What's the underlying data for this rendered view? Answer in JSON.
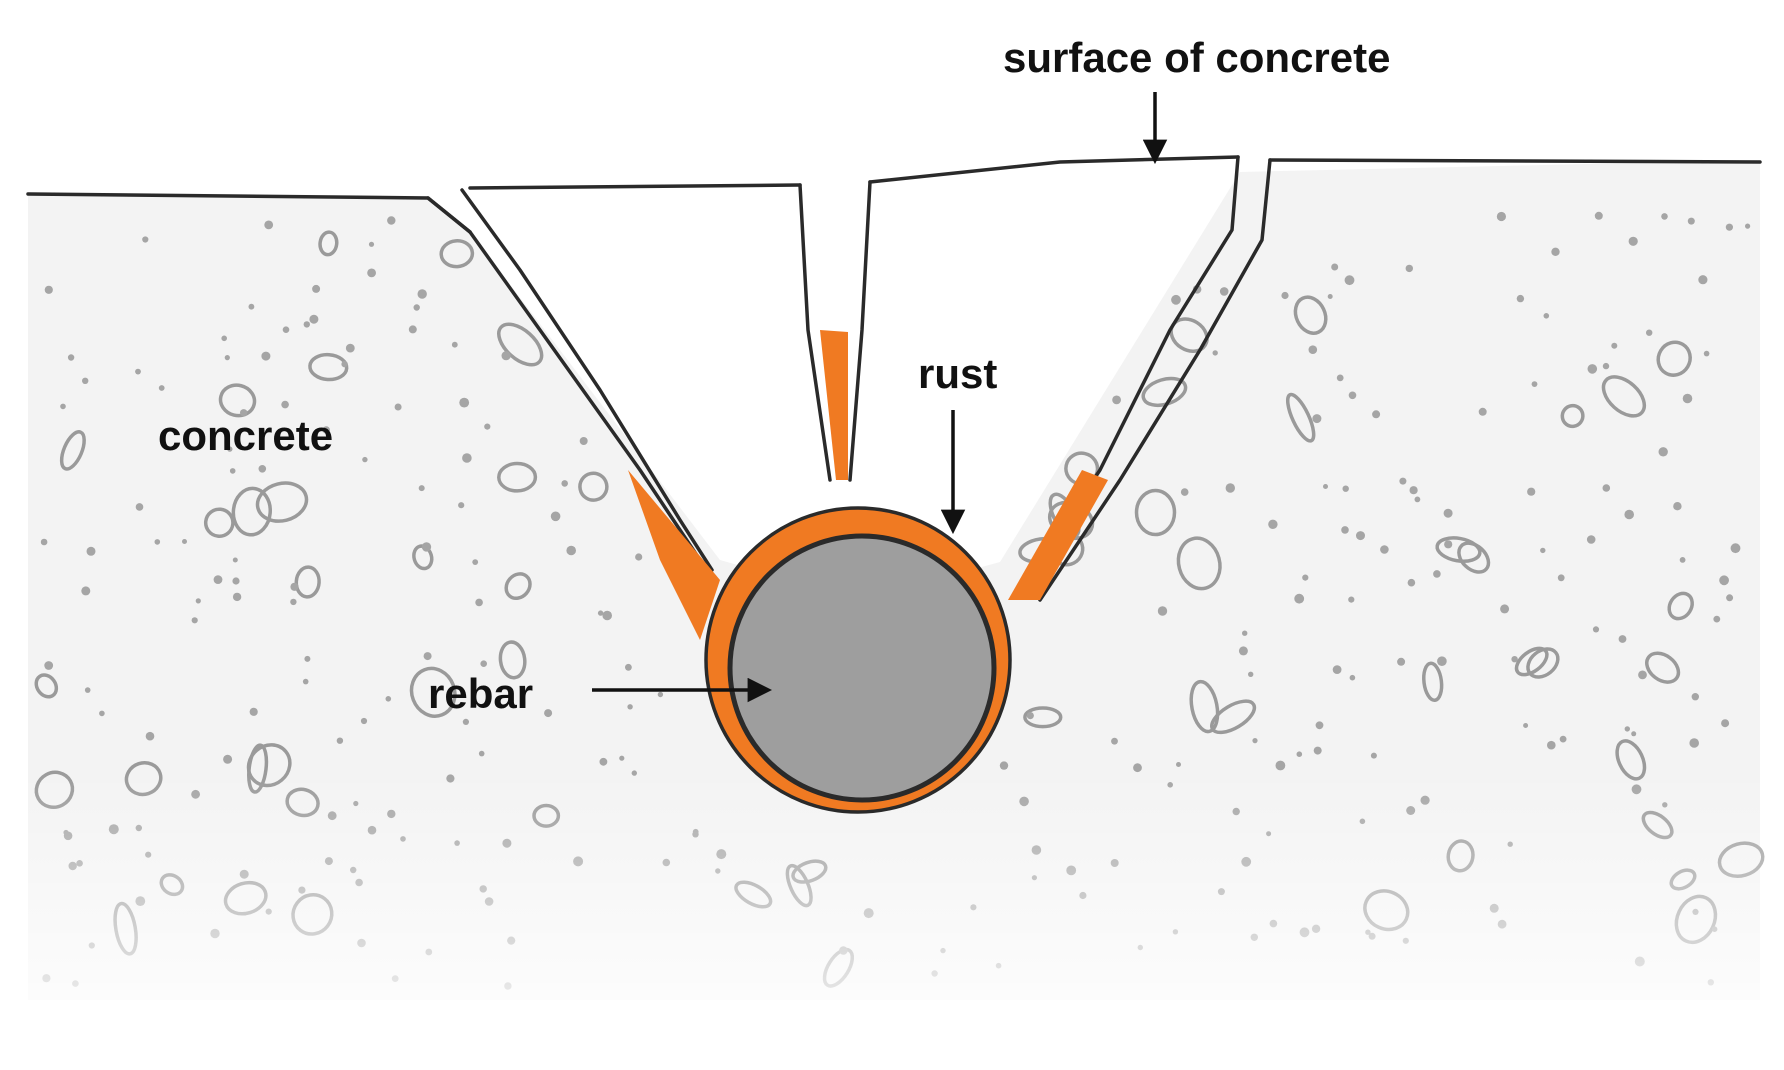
{
  "labels": {
    "surface": "surface of concrete",
    "rust": "rust",
    "concrete": "concrete",
    "rebar": "rebar"
  },
  "colors": {
    "rust": "#f07a22",
    "rebar": "#9e9e9e",
    "concrete": "#f3f3f3",
    "outline": "#2a2a2a",
    "aggregate": "#9a9a9a"
  }
}
